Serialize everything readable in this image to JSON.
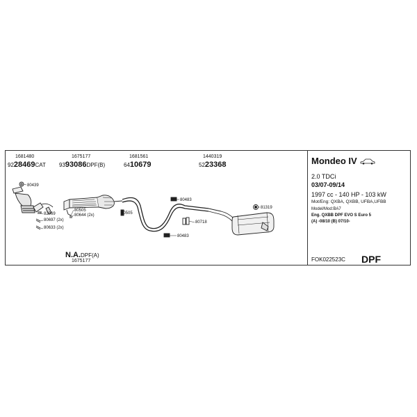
{
  "parts_top": [
    {
      "oe": "1681480",
      "prefix": "92",
      "bold": "28469",
      "suffix": "CAT"
    },
    {
      "oe": "1675177",
      "prefix": "93",
      "bold": "93086",
      "suffix": "DPF(B)"
    },
    {
      "oe": "1681561",
      "prefix": "64",
      "bold": "10679",
      "suffix": ""
    },
    {
      "oe": "1440319",
      "prefix": "52",
      "bold": "23368",
      "suffix": ""
    }
  ],
  "callouts": {
    "c80439": "80439",
    "c82069": "82069",
    "c80697": "80697 (2x)",
    "c80633": "80633 (2x)",
    "c80505a": "80505",
    "c80644": "80644 (2x)",
    "c80505b": "80505",
    "c80483a": "80483",
    "c80718": "80718",
    "c80483b": "80483",
    "c81319": "81319"
  },
  "na_part": {
    "bold": "N.A.",
    "suffix": "DPF(A)",
    "oe": "1675177"
  },
  "vehicle": {
    "model": "Mondeo IV",
    "engine": "2.0 TDCi",
    "years": "03/07-09/14",
    "power": "1997 cc - 140 HP - 103 kW",
    "mot_eng": "Mot/Eng: QXBA, QXBB, UFBA,UFBB",
    "model_code": "Model/Mod:BA7",
    "eng_line": "Eng. QXBB   DPF EVO S   Euro 5",
    "dates_line": "(A) -08/10 (B) 07/10-",
    "code": "FOK022523C",
    "dpf": "DPF"
  }
}
